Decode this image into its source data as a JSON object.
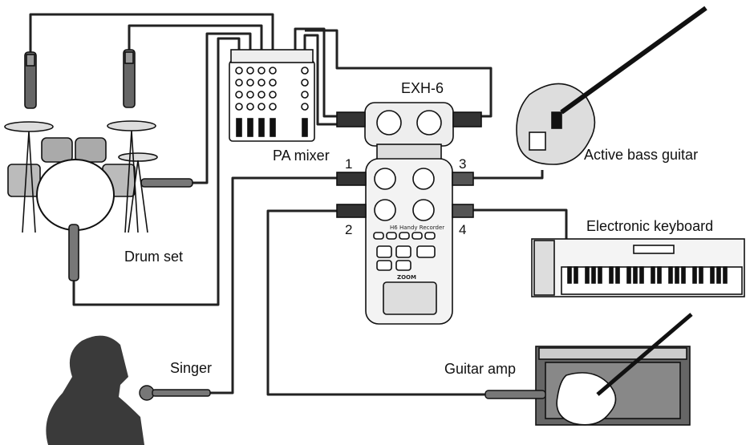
{
  "labels": {
    "exh6": "EXH-6",
    "pa_mixer": "PA mixer",
    "active_bass": "Active bass guitar",
    "keyboard": "Electronic keyboard",
    "drum_set": "Drum set",
    "singer": "Singer",
    "guitar_amp": "Guitar amp"
  },
  "inputs": {
    "in1": "1",
    "in2": "2",
    "in3": "3",
    "in4": "4"
  },
  "recorder": {
    "model": "H6",
    "subtitle": "Handy Recorder",
    "brand": "ZOOM"
  }
}
